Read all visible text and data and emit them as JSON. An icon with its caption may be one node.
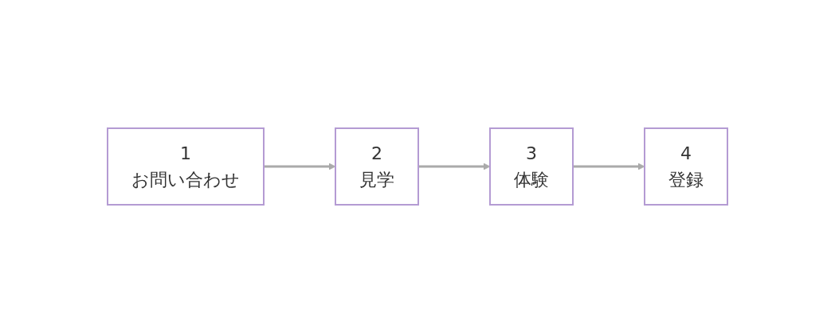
{
  "diagram": {
    "nodes": [
      {
        "text": [
          "1",
          "お問い合わせ"
        ]
      },
      {
        "text": [
          "2",
          "見学"
        ]
      },
      {
        "text": [
          "3",
          "体験"
        ]
      },
      {
        "text": [
          "4",
          "登録"
        ]
      }
    ],
    "edges": [
      {
        "from": 0,
        "to": 1,
        "arrow": "to"
      },
      {
        "from": 1,
        "to": 2,
        "arrow": "to"
      },
      {
        "from": 2,
        "to": 3,
        "arrow": "to"
      }
    ]
  }
}
